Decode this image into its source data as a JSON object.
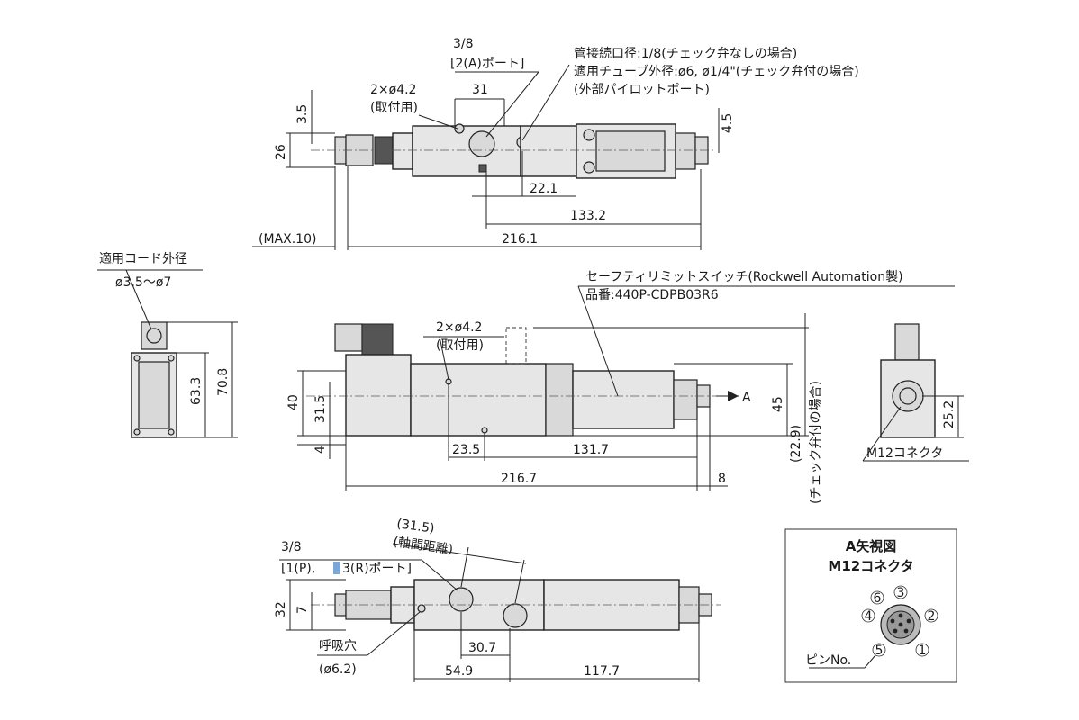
{
  "top_view": {
    "port_size": "3/8",
    "port_name": "[2(A)ポート]",
    "mount_holes": "2×ø4.2",
    "mount_note": "(取付用)",
    "dim_31": "31",
    "dim_35": "3.5",
    "dim_26": "26",
    "dim_45": "4.5",
    "dim_221": "22.1",
    "dim_1332": "133.2",
    "dim_max10": "(MAX.10)",
    "dim_2161": "216.1",
    "pilot_line1": "管接続口径:1/8(チェック弁なしの場合)",
    "pilot_line2": "適用チューブ外径:ø6, ø1/4\"(チェック弁付の場合)",
    "pilot_line3": "(外部パイロットポート)"
  },
  "front_view": {
    "mount_holes": "2×ø4.2",
    "mount_note": "(取付用)",
    "switch_line1": "セーフティリミットスイッチ(Rockwell Automation製)",
    "switch_line2": "品番:440P-CDPB03R6",
    "dim_40": "40",
    "dim_315": "31.5",
    "dim_4": "4",
    "dim_235": "23.5",
    "dim_1317": "131.7",
    "dim_2167": "216.7",
    "dim_8": "8",
    "dim_45": "45",
    "dim_229": "(22.9)",
    "check_note": "(チェック弁付の場合)",
    "arrow_label": "A"
  },
  "left_view": {
    "cord_label": "適用コード外径",
    "cord_range": "ø3.5～ø7",
    "dim_633": "63.3",
    "dim_708": "70.8"
  },
  "right_view": {
    "dim_252": "25.2",
    "connector_label": "M12コネクタ"
  },
  "bottom_view": {
    "port_size": "3/8",
    "port_name_a": "[1(P),",
    "port_name_b": "3(R)ポート]",
    "pitch": "(31.5)",
    "pitch_note": "(軸間距離)",
    "dim_32": "32",
    "dim_7": "7",
    "breather": "呼吸穴",
    "breather_size": "(ø6.2)",
    "dim_307": "30.7",
    "dim_549": "54.9",
    "dim_1177": "117.7"
  },
  "inset": {
    "title_line1": "A矢視図",
    "title_line2": "M12コネクタ",
    "pin_label": "ピンNo.",
    "pins": [
      "1",
      "2",
      "3",
      "4",
      "5",
      "6"
    ]
  }
}
